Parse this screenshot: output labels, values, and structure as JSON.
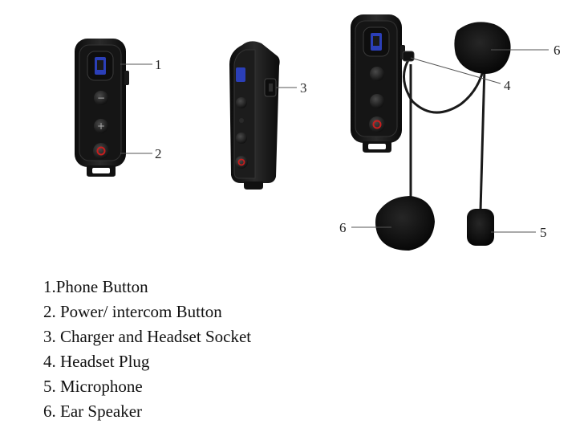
{
  "callouts": {
    "c1": "1",
    "c2": "2",
    "c3": "3",
    "c4": "4",
    "c5": "5",
    "c6a": "6",
    "c6b": "6"
  },
  "legend": [
    "1.Phone Button",
    "2. Power/ intercom Button",
    "3. Charger and Headset Socket",
    "4. Headset Plug",
    "5. Microphone",
    "6. Ear Speaker"
  ],
  "colors": {
    "device_body": "#121212",
    "device_highlight": "#3a3a3a",
    "screen_blue": "#2b3fb8",
    "power_red": "#c81e1e",
    "leader_line": "#555555"
  }
}
